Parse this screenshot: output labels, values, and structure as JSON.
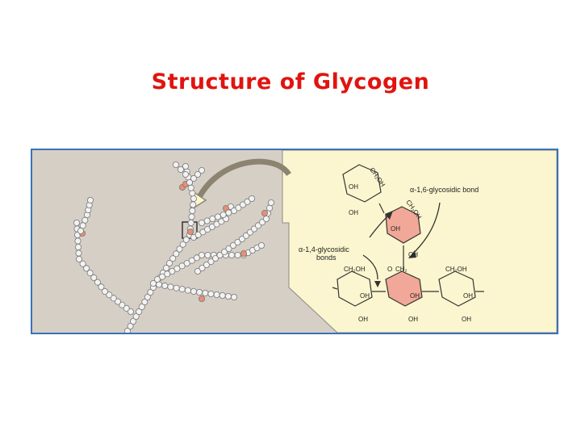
{
  "title": "Structure of Glycogen",
  "colors": {
    "title": "#e0140f",
    "frame_border": "#3a72b8",
    "background": "#d6cfc6",
    "inset": "#fbf6cf",
    "branch_residue": "#e88f76",
    "chain_residue": "#f2f2f2",
    "highlight_ring": "#f2a898"
  },
  "labels": {
    "alpha16": "α-1,6-glycosidic bond",
    "alpha14_line1": "α-1,4-glycosidic",
    "alpha14_line2": "bonds",
    "ch2oh": "CH₂OH",
    "ch2": "CH₂",
    "oh": "OH",
    "o": "O"
  }
}
